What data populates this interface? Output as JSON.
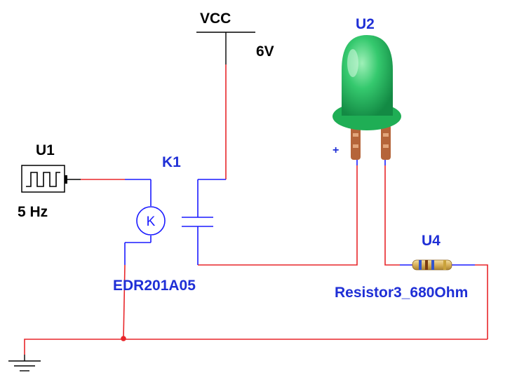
{
  "labels": {
    "vcc": "VCC",
    "vcc_voltage": "6V",
    "u1_ref": "U1",
    "u1_value": "5 Hz",
    "k1_ref": "K1",
    "k1_coil_symbol": "K",
    "k1_part": "EDR201A05",
    "u2_ref": "U2",
    "u2_polarity": "+",
    "u4_ref": "U4",
    "u4_part": "Resistor3_680Ohm"
  },
  "colors": {
    "wire": "#e8262a",
    "component": "#1a1aff",
    "label_blue": "#1f2fd6",
    "label_black": "#000000",
    "led_green": "#2ec46a",
    "led_lead": "#a0522d"
  },
  "icons": {
    "ground": "ground-icon",
    "clock_source": "square-wave-icon",
    "relay_coil": "relay-coil-icon",
    "relay_contact": "relay-contact-icon",
    "led": "led-icon",
    "resistor": "resistor-icon",
    "vcc_rail": "vcc-rail-icon",
    "junction": "junction-dot-icon"
  }
}
